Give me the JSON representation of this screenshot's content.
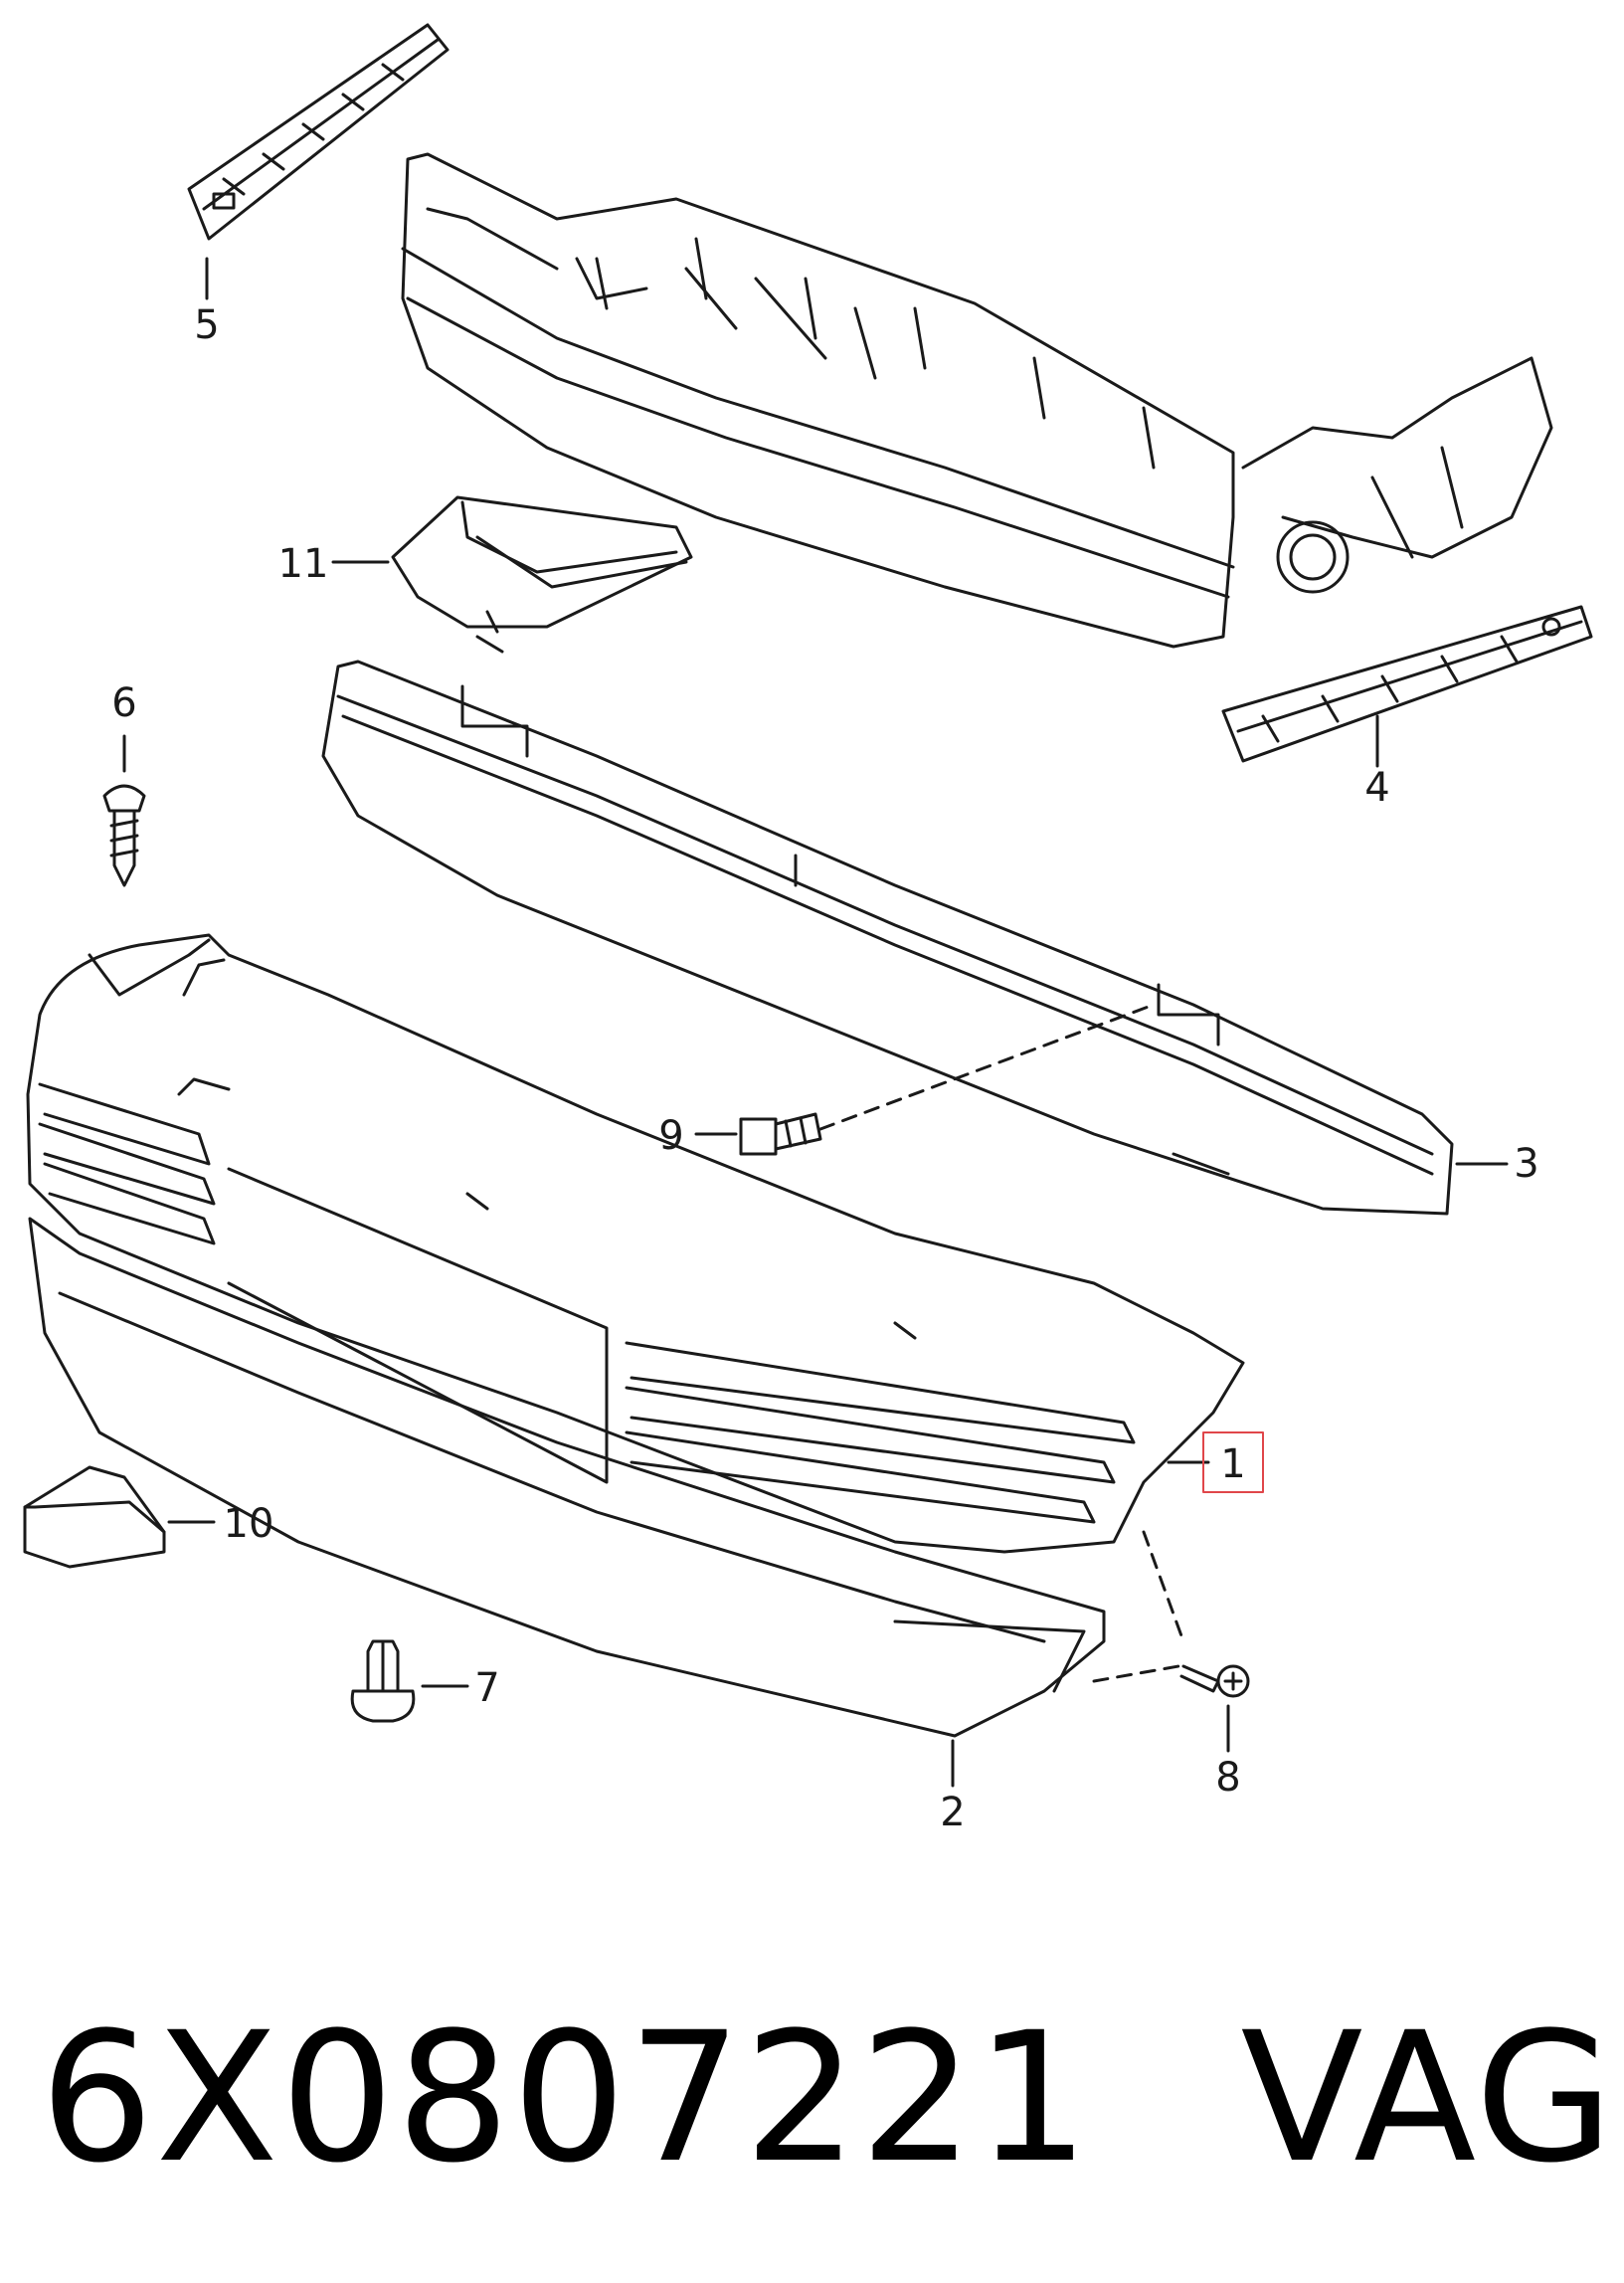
{
  "callouts": {
    "c1": "1",
    "c2": "2",
    "c3": "3",
    "c4": "4",
    "c5": "5",
    "c6": "6",
    "c7": "7",
    "c8": "8",
    "c9": "9",
    "c10": "10",
    "c11": "11"
  },
  "footer": {
    "part_number": "6X0807221",
    "brand": "VAG"
  },
  "colors": {
    "line": "#1a1a1a",
    "highlight": "#e0464a"
  }
}
